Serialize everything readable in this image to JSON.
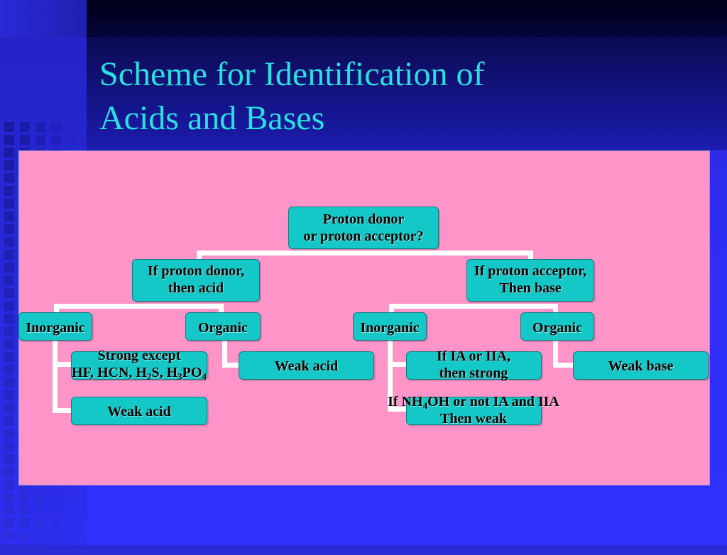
{
  "slide": {
    "title_line1": "Scheme for Identification of",
    "title_line2": "Acids and Bases"
  },
  "colors": {
    "background": "#2d2df2",
    "title": "#28e0e0",
    "panel": "#ff94c8",
    "node_fill": "#15c8c8",
    "connector": "#ffffff"
  },
  "diagram": {
    "root": {
      "line1": "Proton donor",
      "line2": "or proton acceptor?"
    },
    "donor": {
      "line1": "If proton donor,",
      "line2": "then acid"
    },
    "acceptor": {
      "line1": "If proton acceptor,",
      "line2": "Then base"
    },
    "donor_inorganic": "Inorganic",
    "donor_organic": "Organic",
    "acceptor_inorganic": "Inorganic",
    "acceptor_organic": "Organic",
    "strong_except": {
      "line1": "Strong except",
      "hf": "HF, HCN, H",
      "h2s_sub": "2",
      "s_comma": "S, H",
      "h3po4_sub": "3",
      "po": "PO",
      "po4_sub": "4"
    },
    "donor_inorganic_weak": "Weak acid",
    "donor_organic_weak": "Weak acid",
    "ia_iia": {
      "line1": "If IA or IIA,",
      "line2": "then strong"
    },
    "nh4oh": {
      "prefix": "If NH",
      "sub": "4",
      "suffix": "OH or not IA and IIA",
      "line2": "Then weak"
    },
    "weak_base": "Weak base"
  }
}
